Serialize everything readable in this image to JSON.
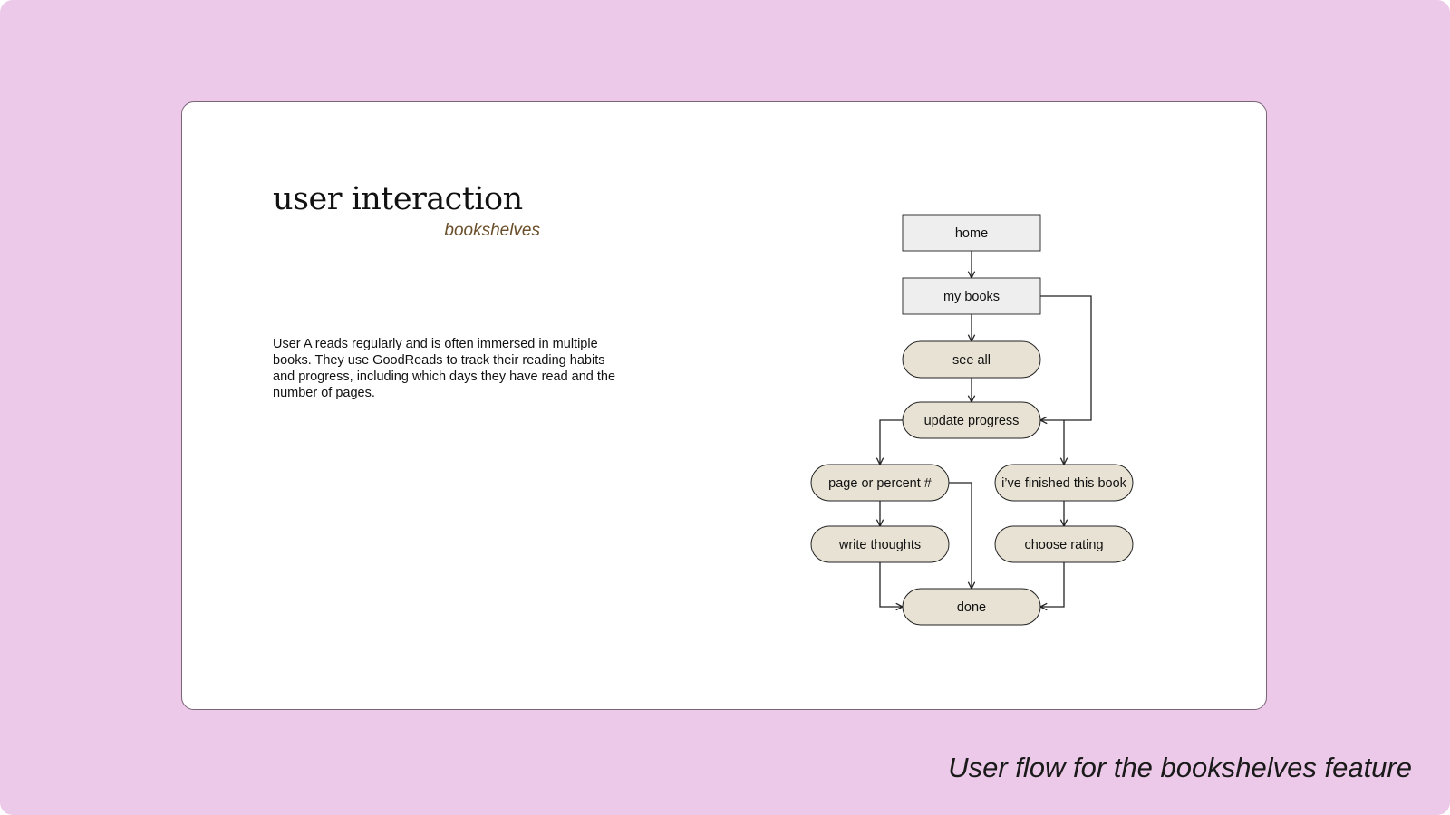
{
  "slide": {
    "title": "user interaction",
    "subtitle": "bookshelves",
    "description": "User A reads regularly and is often immersed in multiple books.  They use GoodReads to track their reading habits and progress, including which days they have read and the number of pages."
  },
  "caption": "User flow for the bookshelves feature",
  "colors": {
    "backdrop": "#ecc9e8",
    "screen_node": "#eeeeee",
    "action_node": "#e7e2d3",
    "stroke": "#222222",
    "subtitle": "#6b4f2a"
  },
  "flow": {
    "nodes": [
      {
        "id": "home",
        "label": "home",
        "kind": "screen"
      },
      {
        "id": "my-books",
        "label": "my books",
        "kind": "screen"
      },
      {
        "id": "see-all",
        "label": "see all",
        "kind": "action"
      },
      {
        "id": "update-progress",
        "label": "update progress",
        "kind": "action"
      },
      {
        "id": "page-or-percent",
        "label": "page or percent #",
        "kind": "action"
      },
      {
        "id": "finished-book",
        "label": "i’ve finished this book",
        "kind": "action"
      },
      {
        "id": "write-thoughts",
        "label": "write thoughts",
        "kind": "action"
      },
      {
        "id": "choose-rating",
        "label": "choose rating",
        "kind": "action"
      },
      {
        "id": "done",
        "label": "done",
        "kind": "action"
      }
    ],
    "edges": [
      {
        "from": "home",
        "to": "my-books"
      },
      {
        "from": "my-books",
        "to": "see-all"
      },
      {
        "from": "my-books",
        "to": "update-progress"
      },
      {
        "from": "see-all",
        "to": "update-progress"
      },
      {
        "from": "update-progress",
        "to": "page-or-percent"
      },
      {
        "from": "update-progress",
        "to": "finished-book"
      },
      {
        "from": "page-or-percent",
        "to": "write-thoughts"
      },
      {
        "from": "page-or-percent",
        "to": "done"
      },
      {
        "from": "finished-book",
        "to": "choose-rating"
      },
      {
        "from": "write-thoughts",
        "to": "done"
      },
      {
        "from": "choose-rating",
        "to": "done"
      }
    ]
  }
}
